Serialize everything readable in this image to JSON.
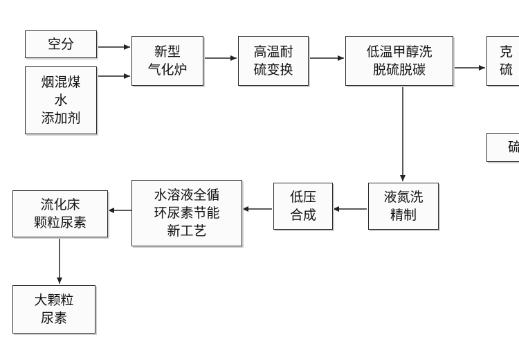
{
  "nodes": {
    "air_separation": {
      "lines": [
        "空分"
      ]
    },
    "coal_water": {
      "lines": [
        "烟混煤",
        "水",
        "添加剂"
      ]
    },
    "gasifier": {
      "lines": [
        "新型",
        "气化炉"
      ]
    },
    "ht_shift": {
      "lines": [
        "高温耐",
        "硫变换"
      ]
    },
    "rectisol": {
      "lines": [
        "低温甲醇洗",
        "脱硫脱碳"
      ]
    },
    "claus_cut": {
      "lines": [
        "克",
        "硫"
      ]
    },
    "sulfur_cut": {
      "lines": [
        "硫"
      ]
    },
    "n2_wash": {
      "lines": [
        "液氮洗",
        "精制"
      ]
    },
    "lp_synthesis": {
      "lines": [
        "低压",
        "合成"
      ]
    },
    "urea_process": {
      "lines": [
        "水溶液全循",
        "环尿素节能",
        "新工艺"
      ]
    },
    "fluidized_bed": {
      "lines": [
        "流化床",
        "颗粒尿素"
      ]
    },
    "granular_urea": {
      "lines": [
        "大颗粒",
        "尿素"
      ]
    }
  }
}
